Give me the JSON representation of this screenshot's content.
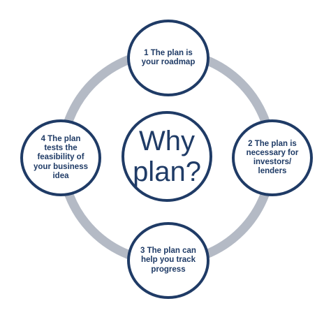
{
  "diagram": {
    "center_label": "Why\nplan?",
    "nodes": {
      "top": "1 The plan is\nyour roadmap",
      "right": "2 The plan is\nnecessary for\ninvestors/\nlenders",
      "bottom": "3 The plan can\nhelp you track\nprogress",
      "left": "4 The plan\ntests the\nfeasibility of\nyour business\nidea"
    }
  },
  "colors": {
    "ring": "#b4bac5",
    "circle_border": "#1f3b66",
    "text": "#1f3b66"
  }
}
